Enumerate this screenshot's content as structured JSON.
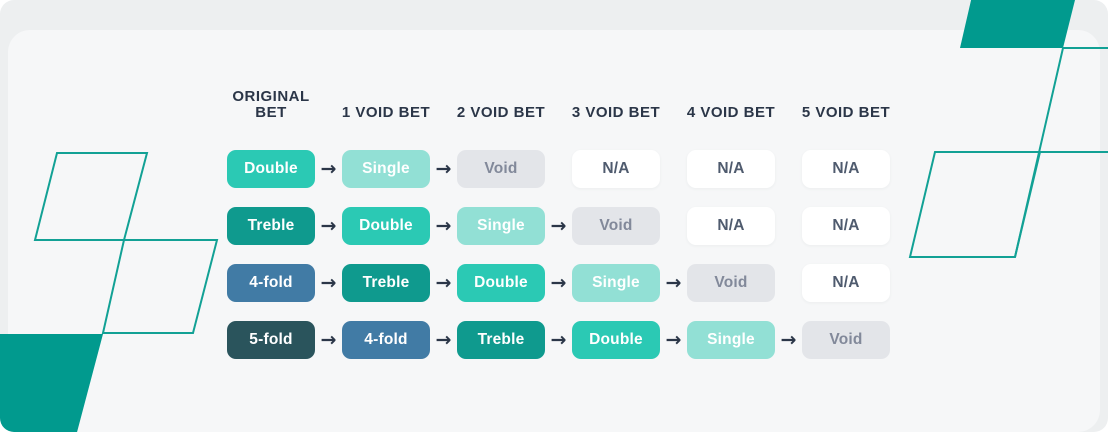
{
  "card": {
    "headers": [
      {
        "label": "ORIGINAL\nBET"
      },
      {
        "label": "1 VOID BET"
      },
      {
        "label": "2 VOID BET"
      },
      {
        "label": "3 VOID BET"
      },
      {
        "label": "4 VOID BET"
      },
      {
        "label": "5 VOID BET"
      }
    ],
    "arrow_glyph": "→",
    "rows": [
      {
        "cells": [
          {
            "label": "Double",
            "style": "bright",
            "arrow": true
          },
          {
            "label": "Single",
            "style": "light",
            "arrow": true
          },
          {
            "label": "Void",
            "style": "void",
            "arrow": false
          },
          {
            "label": "N/A",
            "style": "na",
            "arrow": false
          },
          {
            "label": "N/A",
            "style": "na",
            "arrow": false
          },
          {
            "label": "N/A",
            "style": "na",
            "arrow": false
          }
        ]
      },
      {
        "cells": [
          {
            "label": "Treble",
            "style": "teal",
            "arrow": true
          },
          {
            "label": "Double",
            "style": "bright",
            "arrow": true
          },
          {
            "label": "Single",
            "style": "light",
            "arrow": true
          },
          {
            "label": "Void",
            "style": "void",
            "arrow": false
          },
          {
            "label": "N/A",
            "style": "na",
            "arrow": false
          },
          {
            "label": "N/A",
            "style": "na",
            "arrow": false
          }
        ]
      },
      {
        "cells": [
          {
            "label": "4-fold",
            "style": "blue",
            "arrow": true
          },
          {
            "label": "Treble",
            "style": "teal",
            "arrow": true
          },
          {
            "label": "Double",
            "style": "bright",
            "arrow": true
          },
          {
            "label": "Single",
            "style": "light",
            "arrow": true
          },
          {
            "label": "Void",
            "style": "void",
            "arrow": false
          },
          {
            "label": "N/A",
            "style": "na",
            "arrow": false
          }
        ]
      },
      {
        "cells": [
          {
            "label": "5-fold",
            "style": "dark",
            "arrow": true
          },
          {
            "label": "4-fold",
            "style": "blue",
            "arrow": true
          },
          {
            "label": "Treble",
            "style": "teal",
            "arrow": true
          },
          {
            "label": "Double",
            "style": "bright",
            "arrow": true
          },
          {
            "label": "Single",
            "style": "light",
            "arrow": true
          },
          {
            "label": "Void",
            "style": "void",
            "arrow": false
          }
        ]
      }
    ]
  },
  "colors": {
    "outer_bg": "#edeff0",
    "card_bg": "#f6f7f8",
    "chip_bright": "#2bc9b4",
    "chip_teal": "#0f9a8e",
    "chip_light": "#92e0d5",
    "chip_blue": "#417ba5",
    "chip_dark": "#2a545c",
    "chip_void_bg": "#e3e5e9",
    "chip_void_text": "#82899a",
    "chip_na_text": "#4f5b6e",
    "header_text": "#2b3648",
    "decor_fill": "#019a8e",
    "decor_stroke": "#12a195"
  }
}
